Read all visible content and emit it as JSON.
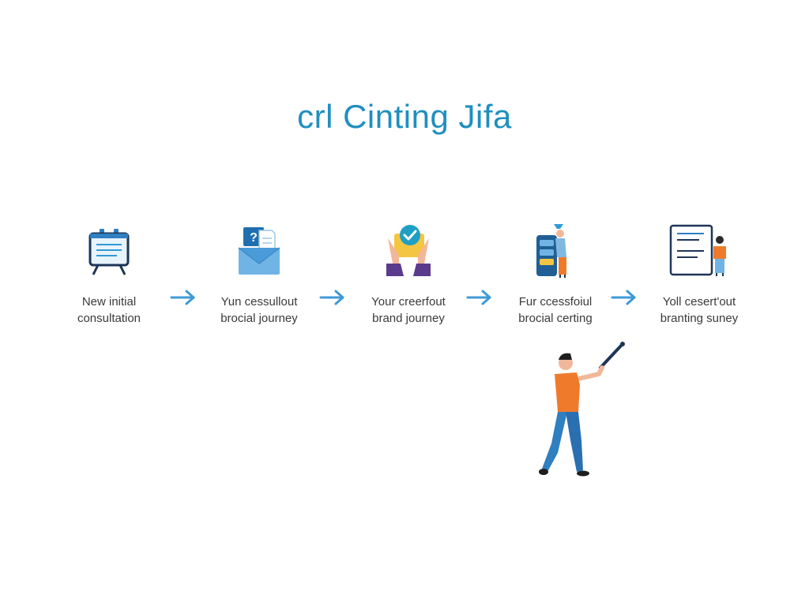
{
  "title": "crl Cinting Jifa",
  "steps": [
    {
      "icon": "consultation-board-icon",
      "line1": "New initial",
      "line2": "consultation"
    },
    {
      "icon": "envelope-question-icon",
      "line1": "Yun cessullout",
      "line2": "brocial journey"
    },
    {
      "icon": "hands-checkmark-icon",
      "line1": "Your creerfout",
      "line2": "brand journey"
    },
    {
      "icon": "phone-person-icon",
      "line1": "Fur ccessfoiul",
      "line2": "brocial certing"
    },
    {
      "icon": "document-person-icon",
      "line1": "Yoll cesert'out",
      "line2": "branting suney"
    }
  ],
  "colors": {
    "title": "#1f8fc0",
    "arrow": "#3f9ad6",
    "text": "#3a3a3a",
    "orange": "#f07a2c",
    "blue": "#2f7fc1",
    "navy": "#1d3557"
  }
}
